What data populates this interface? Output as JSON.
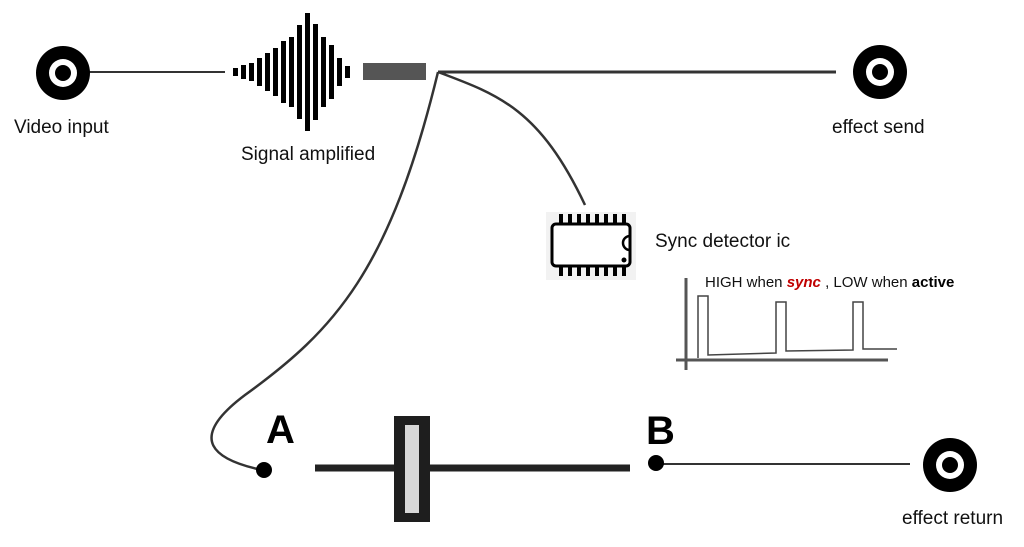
{
  "labels": {
    "video_input": "Video input",
    "signal_amplified": "Signal amplified",
    "effect_send": "effect send",
    "sync_detector": "Sync detector ic",
    "effect_return": "effect return",
    "point_a": "A",
    "point_b": "B"
  },
  "sync_note": {
    "part1": "HIGH when ",
    "sync_word": "sync",
    "part2": " , LOW when ",
    "active_word": "active"
  },
  "colors": {
    "line": "#333333",
    "jack": "#000000",
    "sync_highlight": "#c00000",
    "knob_fill": "#222222",
    "knob_inner": "#d8d8d8"
  }
}
